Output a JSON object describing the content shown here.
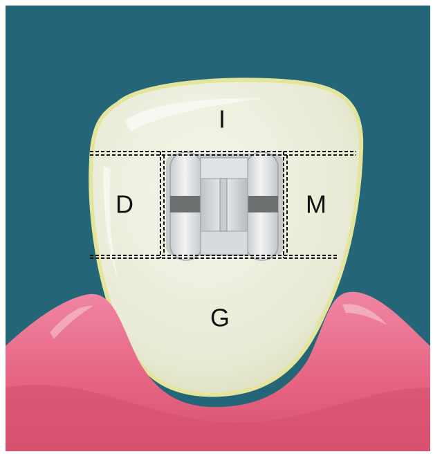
{
  "labels": {
    "incisal": "I",
    "distal": "D",
    "mesial": "M",
    "gingival": "G"
  },
  "colors": {
    "background": "#246577",
    "tooth": "#eef0dc",
    "tooth_edge": "#e6e7a8",
    "gum": "#e86a8a",
    "gum_dark": "#d94f6c",
    "bracket": "#cfd3d6",
    "bracket_dark": "#6b6f70",
    "guide_line": "#111111"
  }
}
